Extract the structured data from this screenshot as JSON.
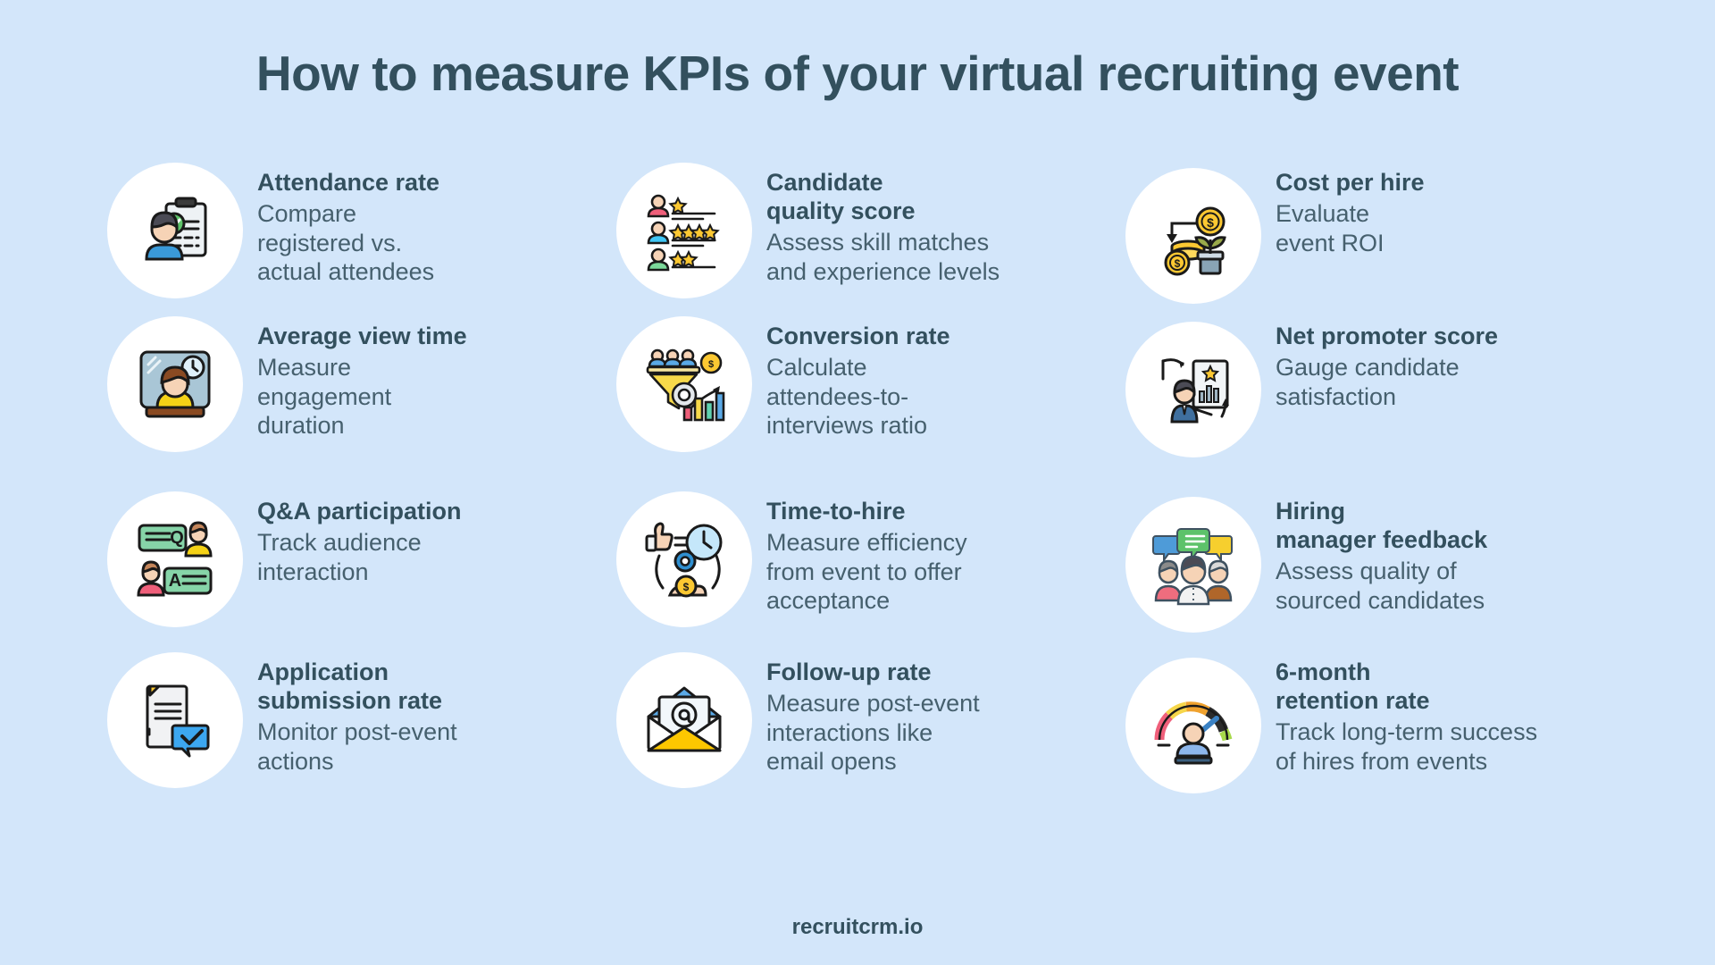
{
  "header": {
    "title": "How to measure KPIs of your virtual recruiting event"
  },
  "footer": {
    "brand": "recruitcrm.io"
  },
  "theme": {
    "background": "#d3e6fa",
    "circle": "#ffffff",
    "title_color": "#33505e",
    "text_color": "#46606e"
  },
  "columns": [
    {
      "items": [
        {
          "icon": "clipboard-check-person-icon",
          "title": "Attendance rate",
          "desc": "Compare\nregistered vs.\nactual attendees"
        },
        {
          "icon": "screen-viewer-clock-icon",
          "title": "Average view time",
          "desc": "Measure\nengagement\nduration"
        },
        {
          "icon": "qa-chat-bubbles-icon",
          "title": "Q&A participation",
          "desc": "Track audience\ninteraction"
        },
        {
          "icon": "document-check-icon",
          "title": "Application\nsubmission rate",
          "desc": "Monitor post-event\nactions"
        }
      ]
    },
    {
      "items": [
        {
          "icon": "candidate-star-rating-icon",
          "title": "Candidate\nquality score",
          "desc": "Assess skill matches\nand experience levels"
        },
        {
          "icon": "funnel-gear-chart-icon",
          "title": "Conversion rate",
          "desc": "Calculate\nattendees-to-\ninterviews ratio"
        },
        {
          "icon": "thumbsup-clock-gear-icon",
          "title": "Time-to-hire",
          "desc": "Measure efficiency\nfrom event to offer\nacceptance"
        },
        {
          "icon": "email-envelope-at-icon",
          "title": "Follow-up rate",
          "desc": "Measure post-event\ninteractions like\nemail opens"
        }
      ]
    },
    {
      "items": [
        {
          "icon": "coins-money-plant-icon",
          "title": "Cost per hire",
          "desc": "Evaluate\nevent ROI"
        },
        {
          "icon": "presenter-chart-star-icon",
          "title": "Net promoter score",
          "desc": "Gauge candidate\nsatisfaction"
        },
        {
          "icon": "people-speech-bubbles-icon",
          "title": "Hiring\nmanager feedback",
          "desc": "Assess quality of\nsourced candidates"
        },
        {
          "icon": "gauge-meter-person-icon",
          "title": "6-month\nretention rate",
          "desc": "Track long-term success\nof hires from events"
        }
      ]
    }
  ]
}
